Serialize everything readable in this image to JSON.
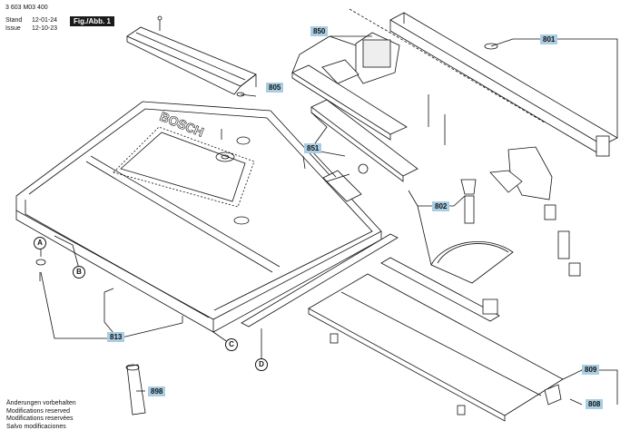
{
  "header": {
    "doc_number": "3 603 M03 400",
    "stand_label": "Stand",
    "issue_label": "Issue",
    "stand_date": "12-01-24",
    "issue_date": "12-10-23",
    "figure_label": "Fig./Abb. 1"
  },
  "brand_text": "BOSCH",
  "part_tags": [
    "801",
    "805",
    "850",
    "851",
    "802",
    "813",
    "809",
    "808",
    "898"
  ],
  "circle_labels": [
    "A",
    "B",
    "C",
    "D"
  ],
  "notes": [
    "Änderungen vorbehalten",
    "Modifications reserved",
    "Modifications reservées",
    "Salvo modificaciones"
  ],
  "colors": {
    "tag_fill": "#a9cde2",
    "line": "#111111"
  }
}
